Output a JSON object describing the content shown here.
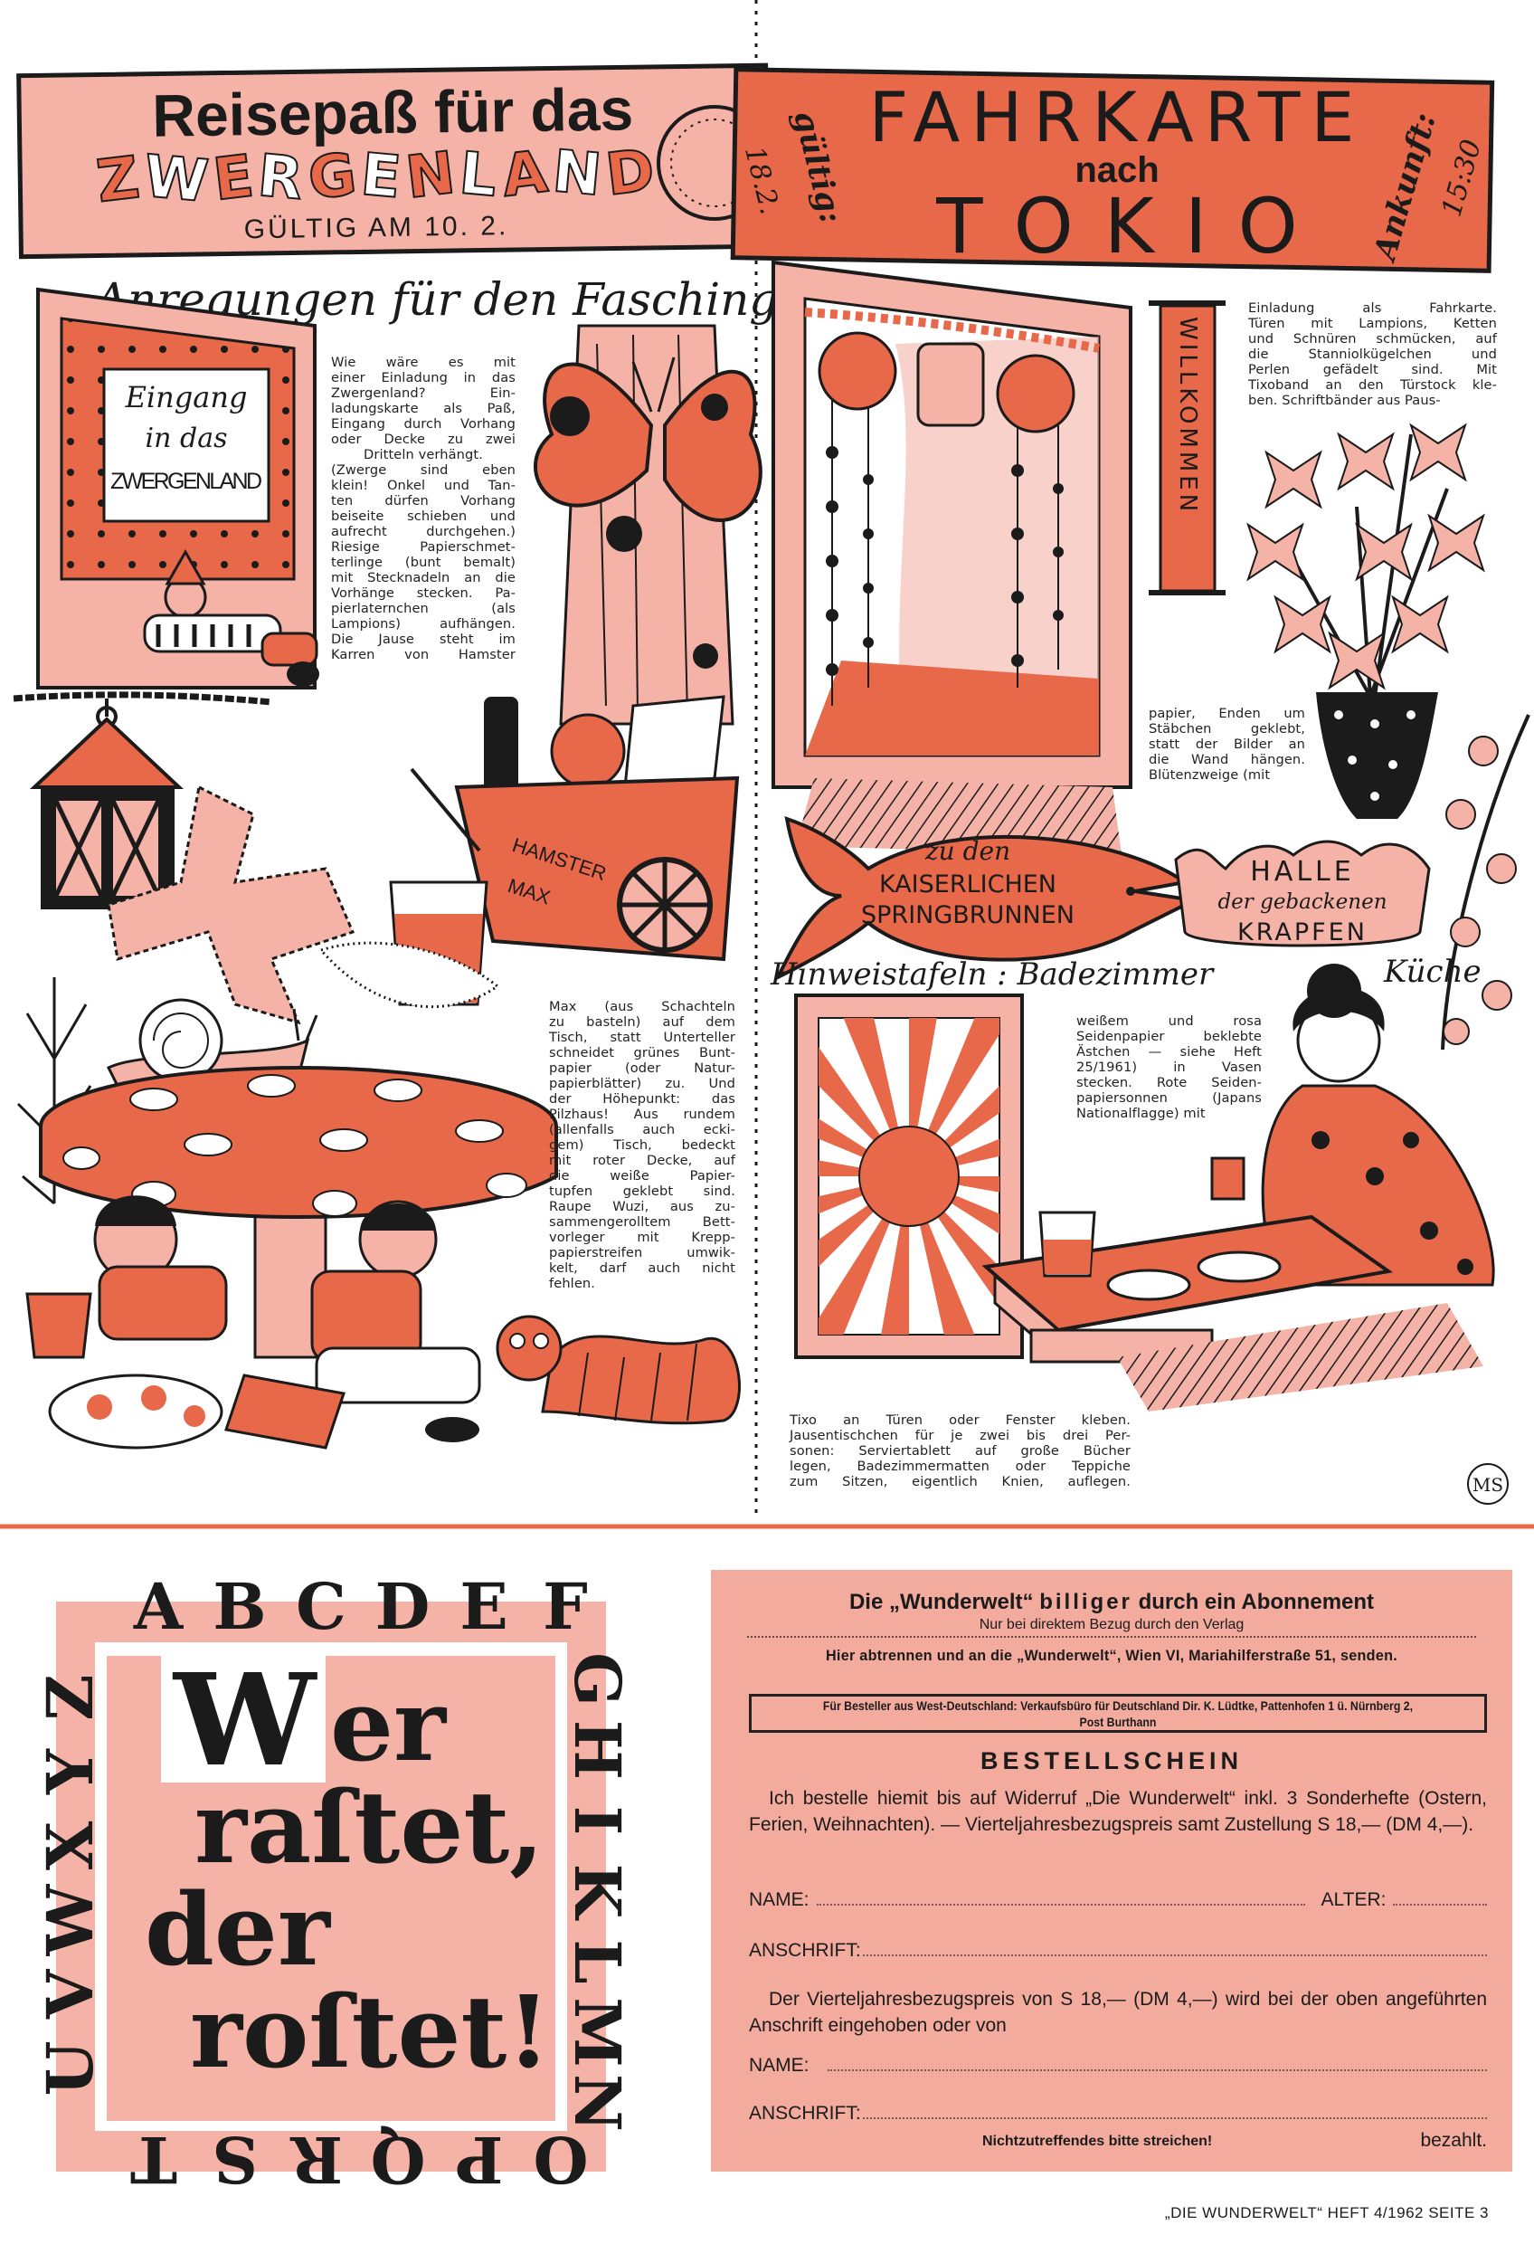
{
  "header_left": {
    "title_line1": "Reisepaß für das",
    "title_line2_letters": [
      "Z",
      "W",
      "E",
      "R",
      "G",
      "E",
      "N",
      "L",
      "A",
      "N",
      "D"
    ],
    "validity": "GÜLTIG AM 10. 2."
  },
  "header_right": {
    "title": "FAHRKARTE",
    "nach": "nach",
    "destination": "TOKIO",
    "valid_label": "gültig:",
    "valid_date": "18.2.",
    "arrival_label": "Ankunft:",
    "arrival_time": "15:30"
  },
  "section_title": "Anregungen für den Fasching",
  "illustrations": {
    "entrance_sign": [
      "Eingang",
      "in das",
      "ZWERGENLAND"
    ],
    "cart_label": [
      "HAMSTER",
      "MAX"
    ],
    "welcome_banner": "WILLKOMMEN",
    "fish_sign": [
      "zu den",
      "KAISERLICHEN",
      "SPRINGBRUNNEN"
    ],
    "hall_sign": [
      "HALLE",
      "der gebackenen",
      "KRAPFEN"
    ],
    "signs_caption": "Hinweistafeln : Badezimmer",
    "kitchen_label": "Küche",
    "signature": "MS"
  },
  "text_blocks": {
    "left_1": [
      "Wie wäre es mit",
      "einer Einladung in das",
      "Zwergenland? Ein-",
      "ladungskarte als Paß,",
      "Eingang durch Vorhang",
      "oder Decke zu zwei",
      "Dritteln verhängt.",
      "(Zwerge sind eben",
      "klein! Onkel und Tan-",
      "ten dürfen Vorhang",
      "beiseite schieben und",
      "aufrecht durchgehen.)",
      "Riesige Papierschmet-",
      "terlinge (bunt bemalt)",
      "mit Stecknadeln an die",
      "Vorhänge stecken. Pa-",
      "pierlaternchen (als",
      "Lampions) aufhängen.",
      "Die Jause steht im",
      "Karren von Hamster"
    ],
    "left_2": [
      "Max (aus Schachteln",
      "zu basteln) auf dem",
      "Tisch, statt Unterteller",
      "schneidet grünes Bunt-",
      "papier (oder Natur-",
      "papierblätter) zu. Und",
      "der Höhepunkt: das",
      "Pilzhaus! Aus rundem",
      "(allenfalls auch ecki-",
      "gem) Tisch, bedeckt",
      "mit roter Decke, auf",
      "die weiße Papier-",
      "tupfen geklebt sind.",
      "Raupe Wuzi, aus zu-",
      "sammengerolltem Bett-",
      "vorleger mit Krepp-",
      "papierstreifen umwik-",
      "kelt, darf auch nicht",
      "fehlen."
    ],
    "right_1": [
      "Einladung als Fahrkarte.",
      "Türen mit Lampions, Ketten",
      "und Schnüren schmücken, auf",
      "die Stanniolkügelchen und",
      "Perlen gefädelt sind. Mit",
      "Tixoband an den Türstock kle-",
      "ben. Schriftbänder aus Paus-"
    ],
    "right_2": [
      "papier, Enden um",
      "Stäbchen geklebt,",
      "statt der Bilder an",
      "die Wand hängen.",
      "Blütenzweige (mit"
    ],
    "right_3": [
      "weißem und rosa",
      "Seidenpapier beklebte",
      "Ästchen — siehe Heft",
      "25/1961) in Vasen",
      "stecken. Rote Seiden-",
      "papiersonnen (Japans",
      "Nationalflagge) mit"
    ],
    "right_4": [
      "Tixo an Türen oder Fenster kleben.",
      "Jausentischchen für je zwei bis drei Per-",
      "sonen: Serviertablett auf große Bücher",
      "legen, Badezimmermatten oder Teppiche",
      "zum Sitzen, eigentlich Knien, auflegen."
    ]
  },
  "motto": {
    "initial": "W",
    "line1_rest": "er",
    "line2": "raſtet,",
    "line3": "der",
    "line4": "roſtet!",
    "alphabet_top": [
      "A",
      "B",
      "C",
      "D",
      "E",
      "F"
    ],
    "alphabet_right": [
      "G",
      "H",
      "I",
      "K",
      "L",
      "M",
      "N"
    ],
    "alphabet_bottom": [
      "O",
      "P",
      "Q",
      "R",
      "S",
      "T"
    ],
    "alphabet_left": [
      "U",
      "V",
      "W",
      "X",
      "Y",
      "Z"
    ]
  },
  "order_form": {
    "title_a": "Die „Wunderwelt“",
    "title_b": "billiger",
    "title_c": "durch ein Abonnement",
    "subtitle": "Nur bei direktem Bezug durch den Verlag",
    "send_to": "Hier abtrennen und an die „Wunderwelt“, Wien VI, Mariahilferstraße 51, senden.",
    "west_germany_line1": "Für Besteller aus West-Deutschland:  Verkaufsbüro für Deutschland Dir. K. Lüdtke, Pattenhofen 1 ü. Nürnberg 2,",
    "west_germany_line2": "Post Burthann",
    "heading": "BESTELLSCHEIN",
    "order_text": "Ich bestelle hiemit bis auf Widerruf „Die Wunderwelt“ inkl. 3 Sonderhefte (Ostern, Ferien, Weihnachten). — Vierteljahresbezugspreis samt Zustellung S 18,— (DM 4,—).",
    "name_label": "NAME:",
    "age_label": "ALTER:",
    "address_label": "ANSCHRIFT:",
    "payment_text": "Der Vierteljahresbezugspreis von S 18,— (DM 4,—) wird bei der oben angeführten Anschrift eingehoben oder von",
    "name2_label": "NAME:",
    "address2_label": "ANSCHRIFT:",
    "strike_note": "Nichtzutreffendes bitte streichen!",
    "paid": "bezahlt."
  },
  "footer": "„DIE WUNDERWELT“ HEFT  4/1962 SEITE 3",
  "colors": {
    "pink": "#f4b3a6",
    "red": "#e8684a",
    "ink": "#1b1b1b"
  }
}
